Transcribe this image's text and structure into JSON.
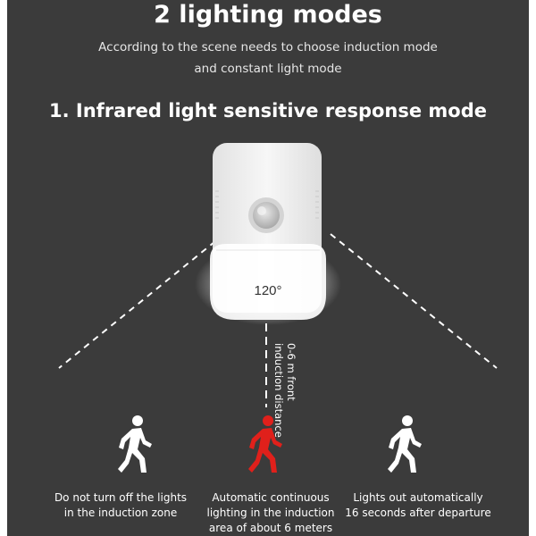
{
  "header": {
    "title": "2 lighting modes",
    "subtitle_line1": "According to the scene needs to choose induction mode",
    "subtitle_line2": "and constant light mode"
  },
  "mode": {
    "heading": "1. Infrared light sensitive response mode",
    "angle_label": "120°",
    "distance_line1": "0-6 m front",
    "distance_line2": "induction distance"
  },
  "captions": {
    "left_line1": "Do not turn off the lights",
    "left_line2": "in the induction zone",
    "center_line1": "Automatic continuous",
    "center_line2": "lighting in the induction",
    "center_line3": "area of about 6 meters",
    "right_line1": "Lights out automatically",
    "right_line2": "16 seconds after departure"
  },
  "icons": {
    "device": "night-light-device",
    "sensor": "pir-sensor-icon",
    "walker_left": "walking-person-icon",
    "walker_center": "walking-person-icon",
    "walker_right": "walking-person-icon"
  },
  "colors": {
    "background": "#3b3b3b",
    "text": "#ffffff",
    "highlight_person": "#e0201b",
    "device_body": "#f2f2f2",
    "glow": "#ffffff"
  }
}
